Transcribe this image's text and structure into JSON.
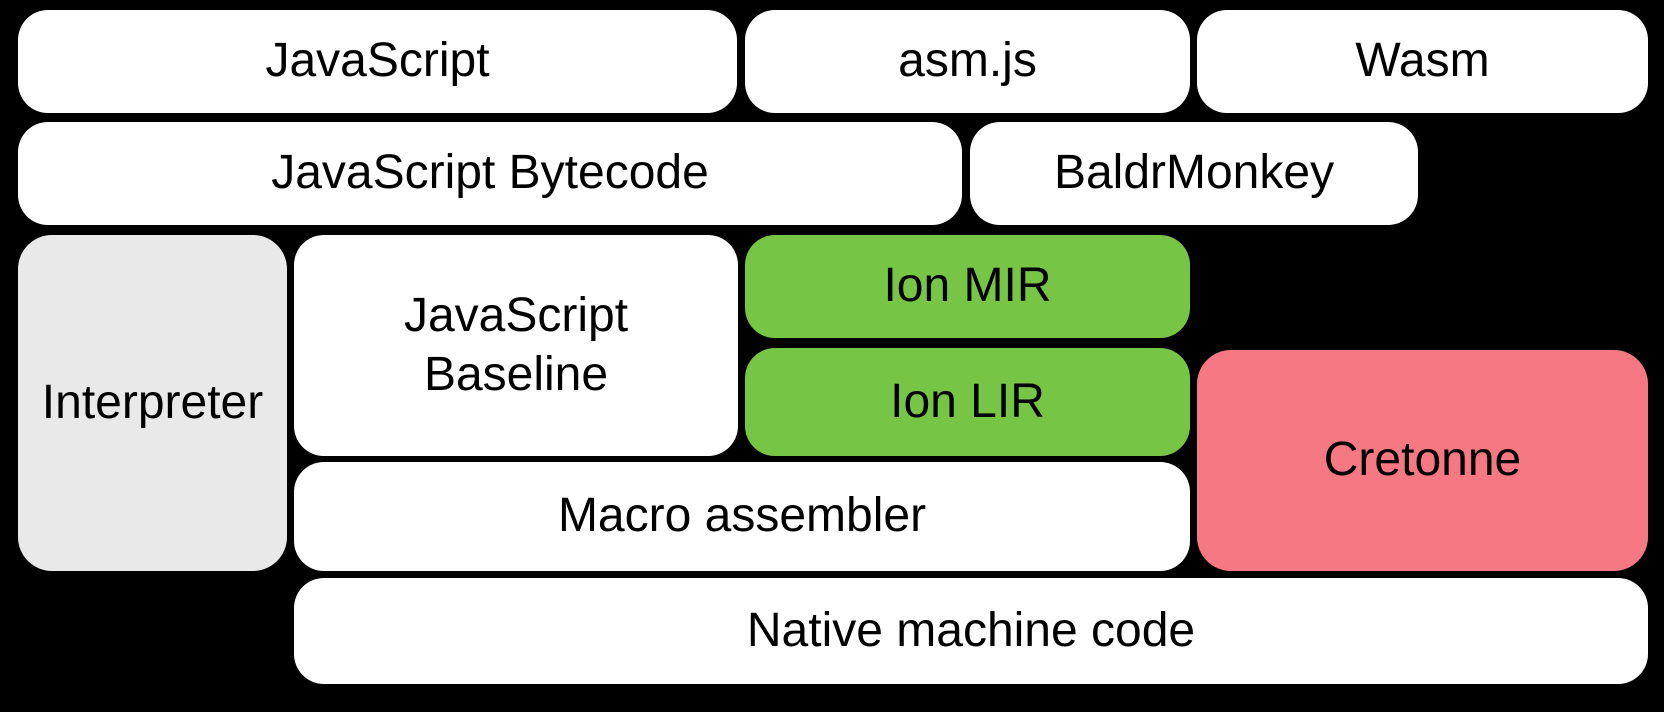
{
  "diagram": {
    "description": "Compiler pipeline block diagram",
    "boxes": {
      "javascript": {
        "label": "JavaScript"
      },
      "asmjs": {
        "label": "asm.js"
      },
      "wasm": {
        "label": "Wasm"
      },
      "bytecode": {
        "label": "JavaScript Bytecode"
      },
      "baldrmonkey": {
        "label": "BaldrMonkey"
      },
      "interpreter": {
        "label": "Interpreter"
      },
      "baseline": {
        "label": "JavaScript Baseline"
      },
      "ion_mir": {
        "label": "Ion MIR"
      },
      "ion_lir": {
        "label": "Ion LIR"
      },
      "cretonne": {
        "label": "Cretonne"
      },
      "macro_assembler": {
        "label": "Macro assembler"
      },
      "native": {
        "label": "Native machine code"
      }
    },
    "colors": {
      "background": "#000000",
      "box_default": "#FFFFFF",
      "box_interpreter": "#E9E9E9",
      "box_ion": "#76C545",
      "box_cretonne": "#F67883",
      "text": "#000000"
    }
  }
}
